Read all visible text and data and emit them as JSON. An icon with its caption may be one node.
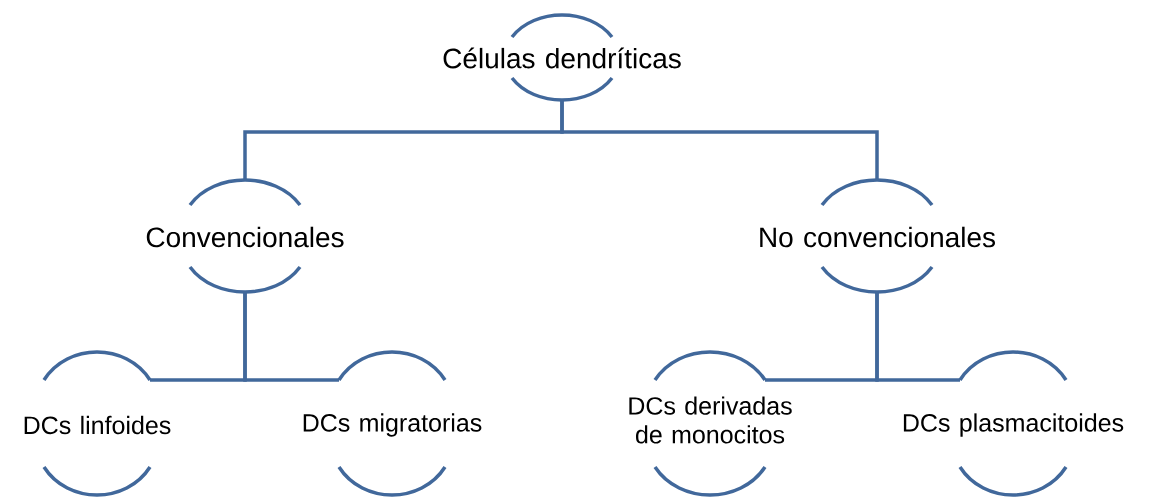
{
  "diagram": {
    "nodes": [
      {
        "text": [
          "Células dendríticas"
        ]
      },
      {
        "text": [
          "Convencionales"
        ]
      },
      {
        "text": [
          "No convencionales"
        ]
      },
      {
        "text": [
          "DCs linfoides"
        ]
      },
      {
        "text": [
          "DCs migratorias"
        ]
      },
      {
        "text": [
          "DCs derivadas de monocitos"
        ]
      },
      {
        "text": [
          "DCs plasmacitoides"
        ]
      }
    ],
    "edges": [
      {
        "from": 0,
        "to": 1,
        "arrow": "none"
      },
      {
        "from": 0,
        "to": 2,
        "arrow": "none"
      },
      {
        "from": 1,
        "to": 3,
        "arrow": "none"
      },
      {
        "from": 1,
        "to": 4,
        "arrow": "none"
      },
      {
        "from": 2,
        "to": 5,
        "arrow": "none"
      },
      {
        "from": 2,
        "to": 6,
        "arrow": "none"
      }
    ]
  }
}
